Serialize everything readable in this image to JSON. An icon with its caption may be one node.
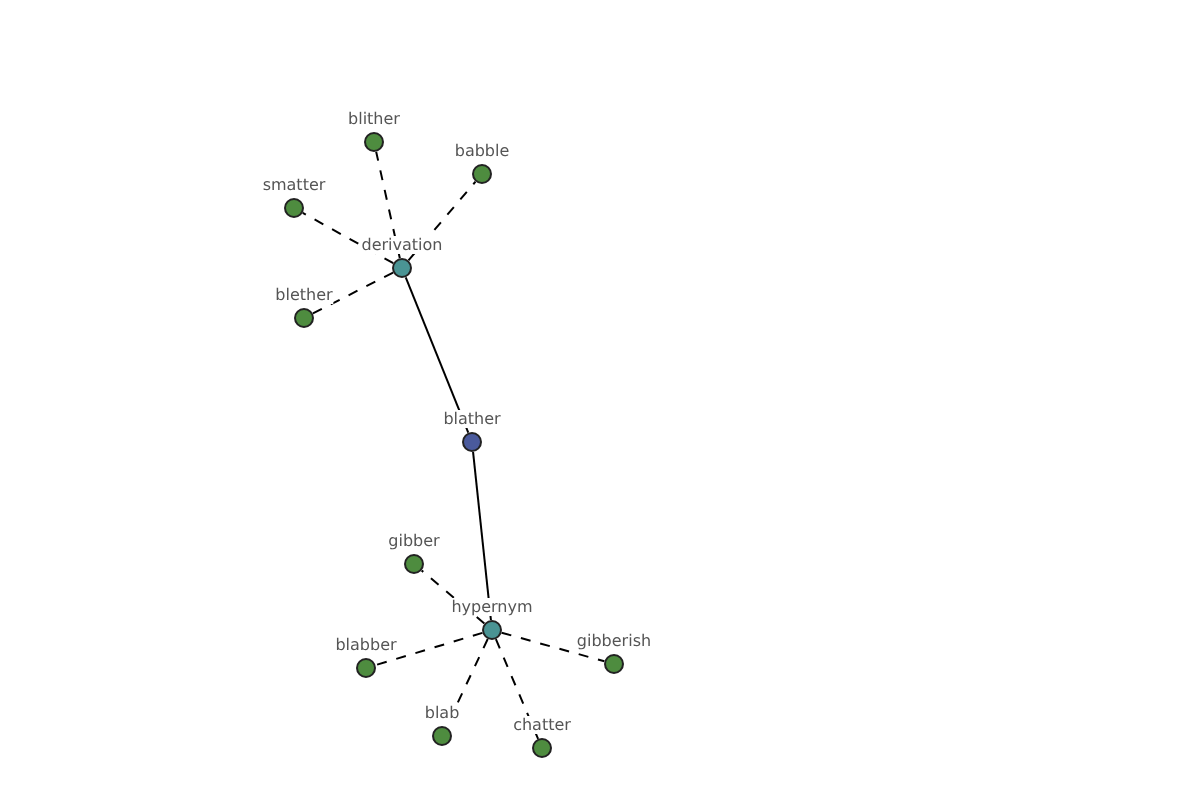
{
  "diagram": {
    "nodes": [
      {
        "text": [
          "blither"
        ]
      },
      {
        "text": [
          "babble"
        ]
      },
      {
        "text": [
          "smatter"
        ]
      },
      {
        "text": [
          "derivation"
        ]
      },
      {
        "text": [
          "blether"
        ]
      },
      {
        "text": [
          "blather"
        ]
      },
      {
        "text": [
          "gibber"
        ]
      },
      {
        "text": [
          "hypernym"
        ]
      },
      {
        "text": [
          "blabber"
        ]
      },
      {
        "text": [
          "gibberish"
        ]
      },
      {
        "text": [
          "blab"
        ]
      },
      {
        "text": [
          "chatter"
        ]
      }
    ],
    "edges": [
      {
        "from": 3,
        "to": 0,
        "arrow": "none",
        "style": "dashed"
      },
      {
        "from": 3,
        "to": 1,
        "arrow": "none",
        "style": "dashed"
      },
      {
        "from": 3,
        "to": 2,
        "arrow": "none",
        "style": "dashed"
      },
      {
        "from": 3,
        "to": 4,
        "arrow": "none",
        "style": "dashed"
      },
      {
        "from": 3,
        "to": 5,
        "arrow": "none"
      },
      {
        "from": 5,
        "to": 7,
        "arrow": "none"
      },
      {
        "from": 7,
        "to": 6,
        "arrow": "none",
        "style": "dashed"
      },
      {
        "from": 7,
        "to": 8,
        "arrow": "none",
        "style": "dashed"
      },
      {
        "from": 7,
        "to": 9,
        "arrow": "none",
        "style": "dashed"
      },
      {
        "from": 7,
        "to": 10,
        "arrow": "none",
        "style": "dashed"
      },
      {
        "from": 7,
        "to": 11,
        "arrow": "none",
        "style": "dashed"
      }
    ]
  }
}
